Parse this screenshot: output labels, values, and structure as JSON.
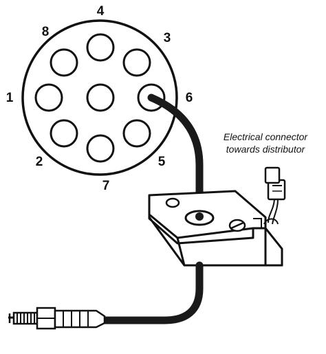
{
  "cap_numbers": {
    "n1": "1",
    "n2": "2",
    "n3": "3",
    "n4": "4",
    "n5": "5",
    "n6": "6",
    "n7": "7",
    "n8": "8"
  },
  "connector_label": {
    "line1": "Electrical connector",
    "line2": "towards distributor"
  },
  "colors": {
    "ink": "#111111",
    "fill": "#ffffff",
    "cable": "#1a1a1a"
  }
}
